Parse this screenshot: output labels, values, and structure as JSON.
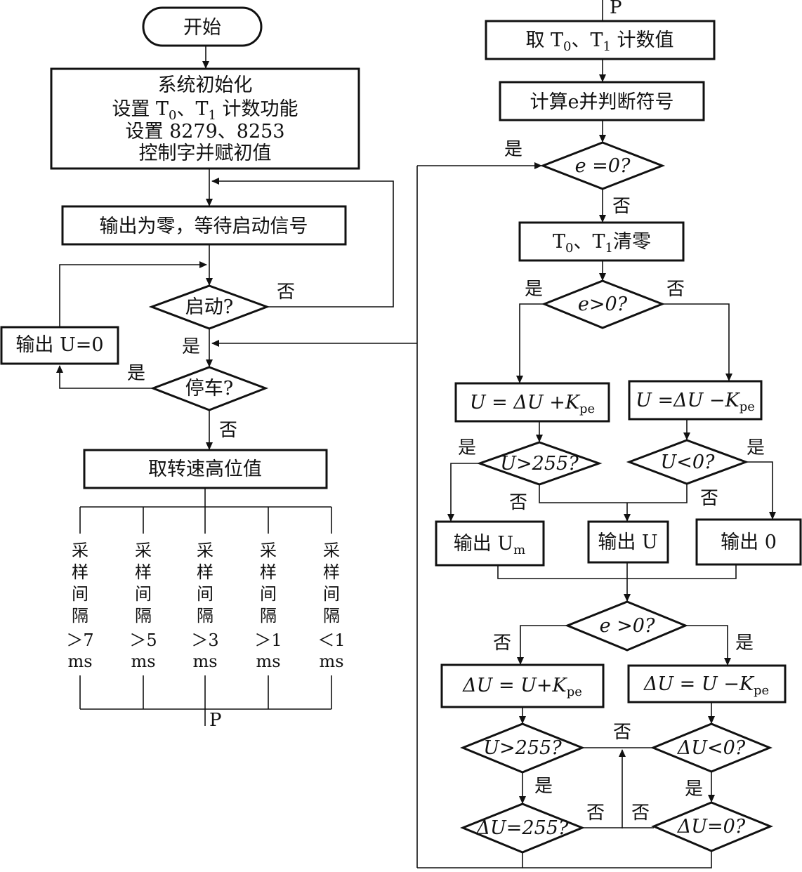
{
  "nodes": {
    "start": "开始",
    "init1": "系统初始化",
    "init2a": "设置 T",
    "init2b": "0",
    "init2c": "、T",
    "init2d": "1",
    "init2e": " 计数功能",
    "init3": "设置 8279、8253",
    "init4": "控制字并赋初值",
    "wait": "输出为零，等待启动信号",
    "startq": "启动?",
    "outu0": "输出 U=0",
    "stopq": "停车?",
    "speedhi": "取转速高位值",
    "takea": "取 T",
    "takeb": "0",
    "takec": "、T",
    "taked": "1",
    "takee": " 计数值",
    "calc": "计算e并判断符号",
    "e0q": "e =0?",
    "clra": "T",
    "clrb": "0",
    "clrc": "、T",
    "clrd": "1",
    "clre": "清零",
    "egt0a": "e>0?",
    "uplus": "U = ΔU +K",
    "uminus": "U =ΔU −K",
    "pe": "pe",
    "u255q": "U>255?",
    "ult0q": "U<0?",
    "outum": "输出 U",
    "m": "m",
    "outu": "输出 U",
    "out0": "输出 0",
    "egt0b": "e >0?",
    "duplus": "ΔU = U+K",
    "duminus": "ΔU = U −K",
    "u255q2": "U>255?",
    "dult0q": "ΔU<0?",
    "du255q": "ΔU=255?",
    "du0q": "ΔU=0?"
  },
  "columns": [
    [
      "采",
      "样",
      "间",
      "隔",
      "＞7",
      "ms"
    ],
    [
      "采",
      "样",
      "间",
      "隔",
      "＞5",
      "ms"
    ],
    [
      "采",
      "样",
      "间",
      "隔",
      "＞3",
      "ms"
    ],
    [
      "采",
      "样",
      "间",
      "隔",
      "＞1",
      "ms"
    ],
    [
      "采",
      "样",
      "间",
      "隔",
      "＜1",
      "ms"
    ]
  ],
  "labels": {
    "yes": "是",
    "no": "否",
    "connector": "P"
  }
}
